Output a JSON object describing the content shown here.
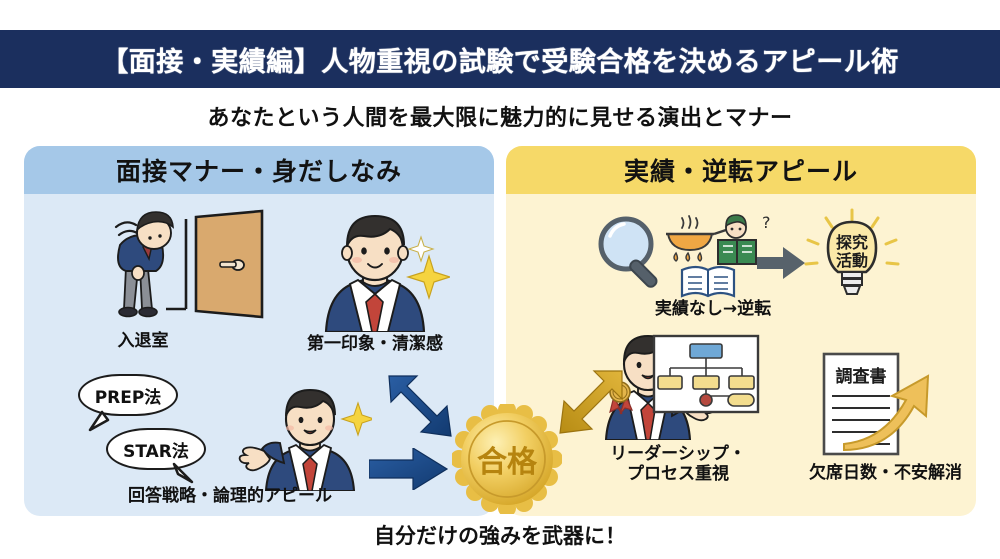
{
  "banner": {
    "title": "【面接・実績編】人物重視の試験で受験合格を決めるアピール術",
    "bg_color": "#1b2f5e",
    "text_color": "#ffffff"
  },
  "subtitle": "あなたという人間を最大限に魅力的に見せる演出とマナー",
  "panels": {
    "left": {
      "heading": "面接マナー・身だしなみ",
      "header_color": "#a5c8e8",
      "body_color": "#dce9f6",
      "items": [
        {
          "icon": "bowing-student-door-icon",
          "caption": "入退室"
        },
        {
          "icon": "smiling-student-sparkle-icon",
          "caption": "第一印象・清潔感"
        },
        {
          "icon": "presenting-student-icon",
          "caption": "回答戦略・論理的アピール"
        }
      ],
      "bubbles": [
        "PREP法",
        "STAR法"
      ]
    },
    "right": {
      "heading": "実績・逆転アピール",
      "header_color": "#f6d968",
      "body_color": "#fdf3d2",
      "items": [
        {
          "icon": "magnifier-cooking-reading-book-icon",
          "caption": "実績なし→逆転"
        },
        {
          "icon": "student-award-orgchart-icon",
          "caption": "リーダーシップ・\nプロセス重視"
        },
        {
          "icon": "report-document-uparrow-icon",
          "caption": "欠席日数・不安解消"
        }
      ],
      "bulb_label_line1": "探究",
      "bulb_label_line2": "活動",
      "report_title": "調査書"
    }
  },
  "medal": {
    "label": "合格",
    "color": "#e8b93c"
  },
  "arrows": {
    "navy_color": "#1f4e8c",
    "gold_color": "#d4a017",
    "gray_color": "#555f66"
  },
  "footer": "自分だけの強みを武器に！"
}
